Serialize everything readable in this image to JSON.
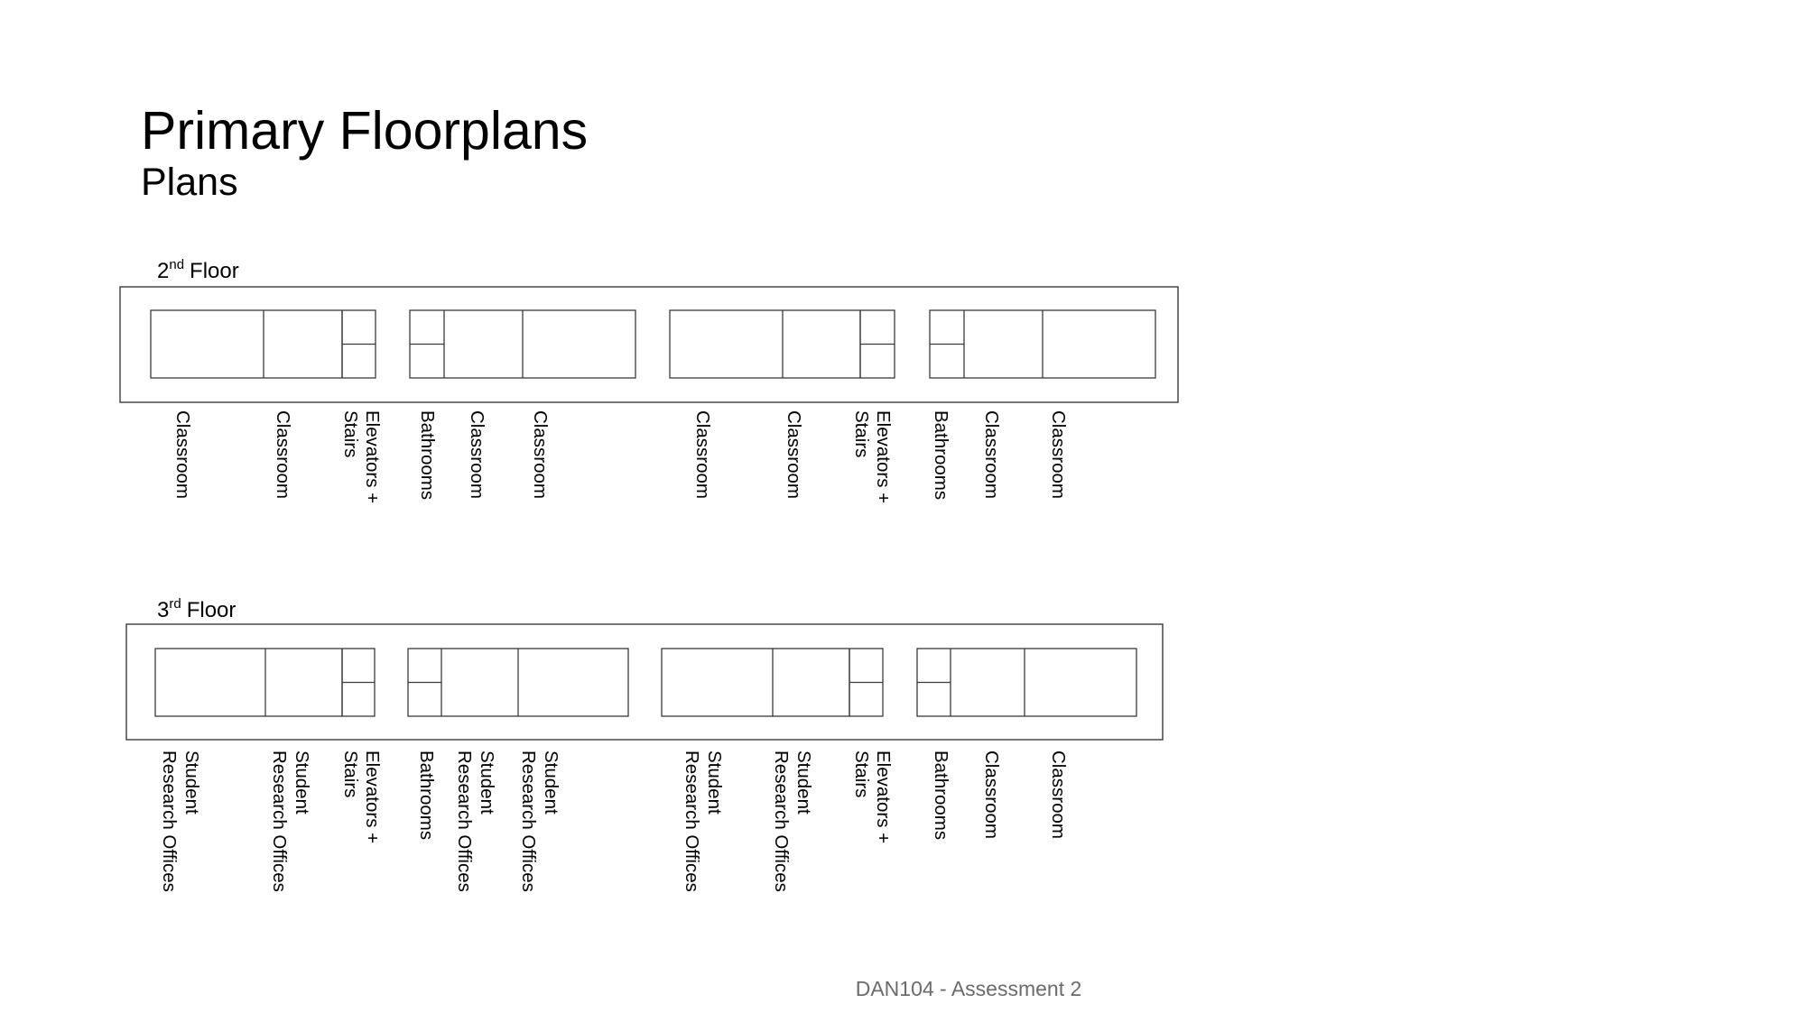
{
  "title": "Primary Floorplans",
  "subtitle": "Plans",
  "footer": "DAN104 - Assessment 2",
  "floors": [
    {
      "number": "2",
      "suffix": "nd",
      "word": "Floor",
      "labels": [
        [
          "Classroom"
        ],
        [
          "Classroom"
        ],
        [
          "Elevators +",
          "Stairs"
        ],
        [
          "Bathrooms"
        ],
        [
          "Classroom"
        ],
        [
          "Classroom"
        ],
        [
          "Classroom"
        ],
        [
          "Classroom"
        ],
        [
          "Elevators +",
          "Stairs"
        ],
        [
          "Bathrooms"
        ],
        [
          "Classroom"
        ],
        [
          "Classroom"
        ]
      ]
    },
    {
      "number": "3",
      "suffix": "rd",
      "word": "Floor",
      "labels": [
        [
          "Student",
          "Research Offices"
        ],
        [
          "Student",
          "Research Offices"
        ],
        [
          "Elevators +",
          "Stairs"
        ],
        [
          "Bathrooms"
        ],
        [
          "Student",
          "Research Offices"
        ],
        [
          "Student",
          "Research Offices"
        ],
        [
          "Student",
          "Research Offices"
        ],
        [
          "Student",
          "Research Offices"
        ],
        [
          "Elevators +",
          "Stairs"
        ],
        [
          "Bathrooms"
        ],
        [
          "Classroom"
        ],
        [
          "Classroom"
        ]
      ]
    }
  ]
}
